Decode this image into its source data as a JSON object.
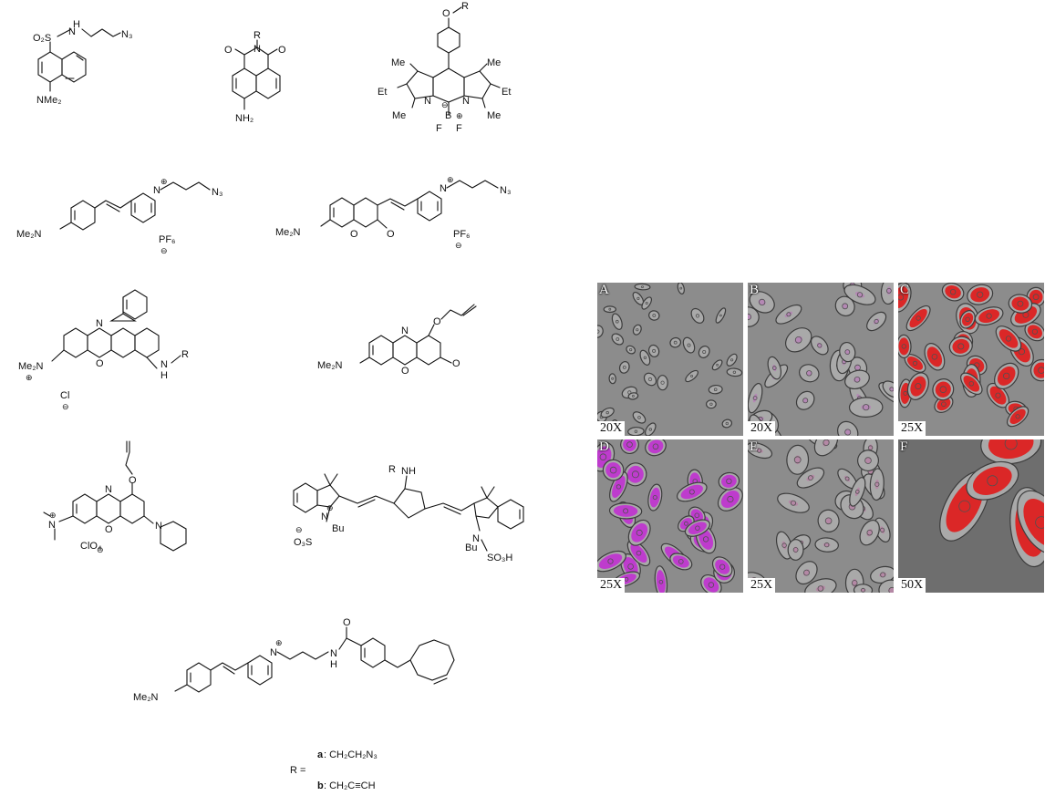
{
  "molecules": {
    "m1": {
      "so2": "O₂S",
      "nh": "H",
      "n3": "N₃",
      "nme2": "NMe₂"
    },
    "m2": {
      "r": "R",
      "n": "N",
      "o1": "O",
      "o2": "O",
      "nh2": "NH₂"
    },
    "m3": {
      "or": "O",
      "r": "R",
      "me1": "Me",
      "me2": "Me",
      "me3": "Me",
      "me4": "Me",
      "et1": "Et",
      "et2": "Et",
      "n1": "N",
      "n2": "N",
      "b": "B",
      "f1": "F",
      "f2": "F",
      "minus": "⊖",
      "plus": "⊕"
    },
    "m4": {
      "me2n": "Me₂N",
      "n": "N",
      "plus": "⊕",
      "n3": "N₃",
      "pf6": "PF₆",
      "minus": "⊖"
    },
    "m5": {
      "me2n": "Me₂N",
      "o1": "O",
      "o2": "O",
      "n": "N",
      "plus": "⊕",
      "n3": "N₃",
      "pf6": "PF₆",
      "minus": "⊖"
    },
    "m6": {
      "me2n": "Me₂N",
      "plus": "⊕",
      "n": "N",
      "o": "O",
      "nh": "N",
      "h": "H",
      "r": "R",
      "cl": "Cl",
      "minus": "⊖"
    },
    "m7": {
      "me2n": "Me₂N",
      "n": "N",
      "o1": "O",
      "o2": "O",
      "o3": "O"
    },
    "m8": {
      "n": "N",
      "plus": "⊕",
      "n2": "N",
      "o": "O",
      "o2": "O",
      "clo4": "ClO₄",
      "minus": "⊖"
    },
    "m9": {
      "r": "R",
      "nh": "NH",
      "n1": "N",
      "plus": "⊕",
      "bu1": "Bu",
      "so3m": "O₃S",
      "minus": "⊖",
      "n2": "N",
      "bu2": "Bu",
      "so3h": "SO₃H"
    },
    "m10": {
      "me2n": "Me₂N",
      "n": "N",
      "plus": "⊕",
      "o": "O",
      "nh": "N",
      "h": "H"
    }
  },
  "legend": {
    "r_eq": "R =",
    "a_key": "a",
    "a_val": ": CH₂CH₂N₃",
    "b_key": "b",
    "b_val": ": CH₂C≡CH"
  },
  "micrographs": [
    {
      "letter": "A",
      "mag": "20X",
      "stain": "none",
      "stain_color": "#888888"
    },
    {
      "letter": "B",
      "mag": "20X",
      "stain": "faint",
      "stain_color": "#c060c0"
    },
    {
      "letter": "C",
      "mag": "25X",
      "stain": "strong",
      "stain_color": "#e01818"
    },
    {
      "letter": "D",
      "mag": "25X",
      "stain": "strong",
      "stain_color": "#c030d0"
    },
    {
      "letter": "E",
      "mag": "25X",
      "stain": "faint",
      "stain_color": "#c060a0"
    },
    {
      "letter": "F",
      "mag": "50X",
      "stain": "strong",
      "stain_color": "#e01818"
    }
  ]
}
